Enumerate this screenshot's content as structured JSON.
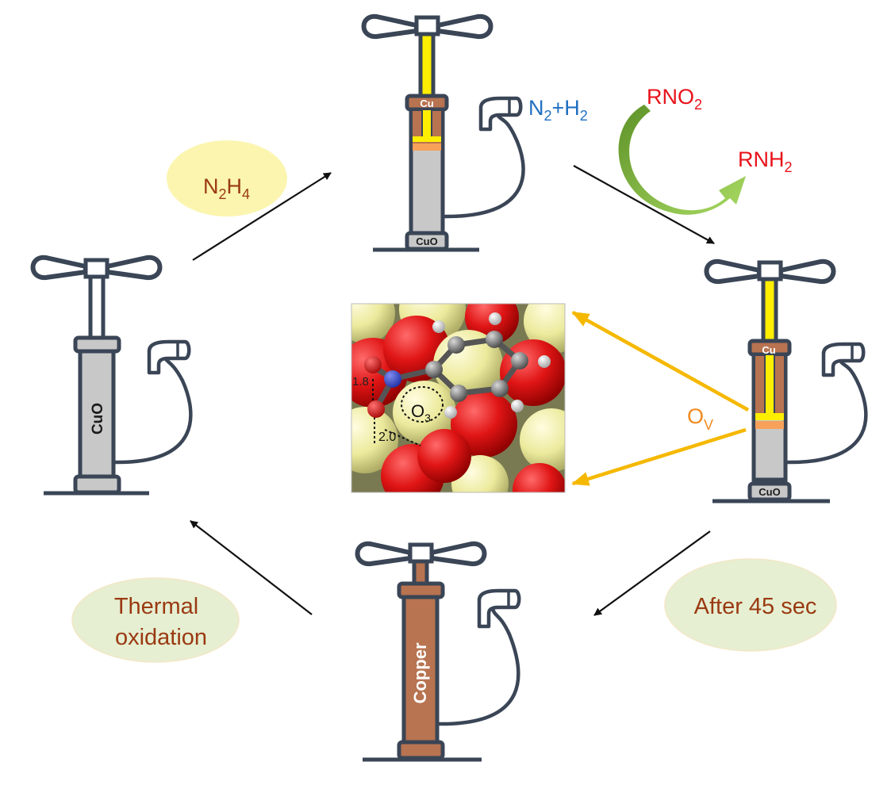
{
  "labels": {
    "n2h4": "N2H4",
    "n2h2": "N2+H2",
    "rno2": "RNO2",
    "rnh2": "RNH2",
    "ov": "OV",
    "after45": "After 45 sec",
    "thermal_line1": "Thermal",
    "thermal_line2": "oxidation",
    "o3": "O3",
    "dist_18": "1.8",
    "dist_20": "2.0"
  },
  "pumps": {
    "left_tube": "CuO",
    "top_band": "Cu",
    "top_base": "CuO",
    "right_band": "Cu",
    "right_base": "CuO",
    "bottom_tube": "Copper"
  },
  "colors": {
    "outline": "#3a4556",
    "copper": "#b87350",
    "cuo_gray": "#c8c8c8",
    "yellow_rod": "#ffee00",
    "arrow_orange": "#f5b800",
    "bubble_yellow": "#fbf5b0",
    "bubble_green": "#e6efd2",
    "atom_red": "#e11b1b",
    "atom_cream": "#ecea9c"
  }
}
